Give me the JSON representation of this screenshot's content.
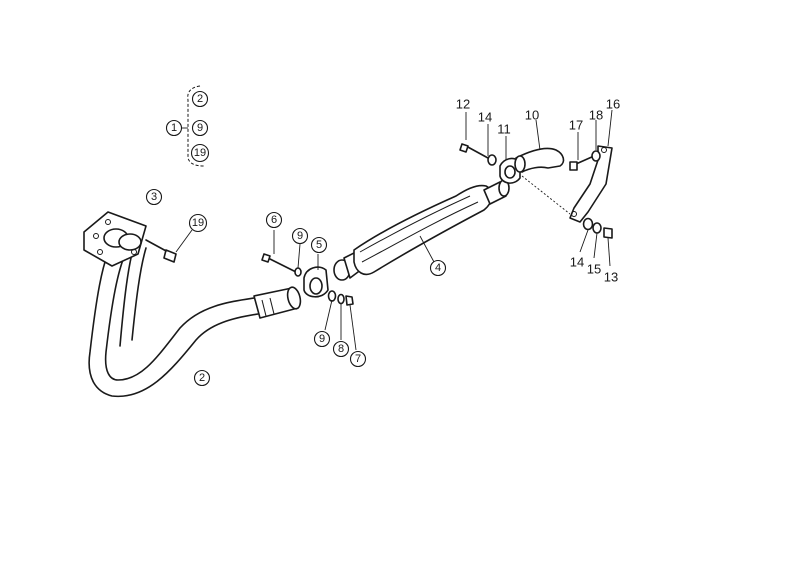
{
  "diagram": {
    "callouts": [
      {
        "id": "c1",
        "text": "1",
        "circled": true
      },
      {
        "id": "c2a",
        "text": "2",
        "circled": true
      },
      {
        "id": "c9a",
        "text": "9",
        "circled": true
      },
      {
        "id": "c19a",
        "text": "19",
        "circled": true
      },
      {
        "id": "c3",
        "text": "3",
        "circled": true
      },
      {
        "id": "c19b",
        "text": "19",
        "circled": true
      },
      {
        "id": "c2b",
        "text": "2",
        "circled": true
      },
      {
        "id": "c6",
        "text": "6",
        "circled": true
      },
      {
        "id": "c9b",
        "text": "9",
        "circled": true
      },
      {
        "id": "c5",
        "text": "5",
        "circled": true
      },
      {
        "id": "c9c",
        "text": "9",
        "circled": true
      },
      {
        "id": "c8",
        "text": "8",
        "circled": true
      },
      {
        "id": "c7",
        "text": "7",
        "circled": true
      },
      {
        "id": "c4",
        "text": "4",
        "circled": true
      },
      {
        "id": "c12",
        "text": "12",
        "circled": false
      },
      {
        "id": "c14a",
        "text": "14",
        "circled": false
      },
      {
        "id": "c11",
        "text": "11",
        "circled": false
      },
      {
        "id": "c10",
        "text": "10",
        "circled": false
      },
      {
        "id": "c17",
        "text": "17",
        "circled": false
      },
      {
        "id": "c18",
        "text": "18",
        "circled": false
      },
      {
        "id": "c16",
        "text": "16",
        "circled": false
      },
      {
        "id": "c14b",
        "text": "14",
        "circled": false
      },
      {
        "id": "c15",
        "text": "15",
        "circled": false
      },
      {
        "id": "c13",
        "text": "13",
        "circled": false
      }
    ]
  }
}
